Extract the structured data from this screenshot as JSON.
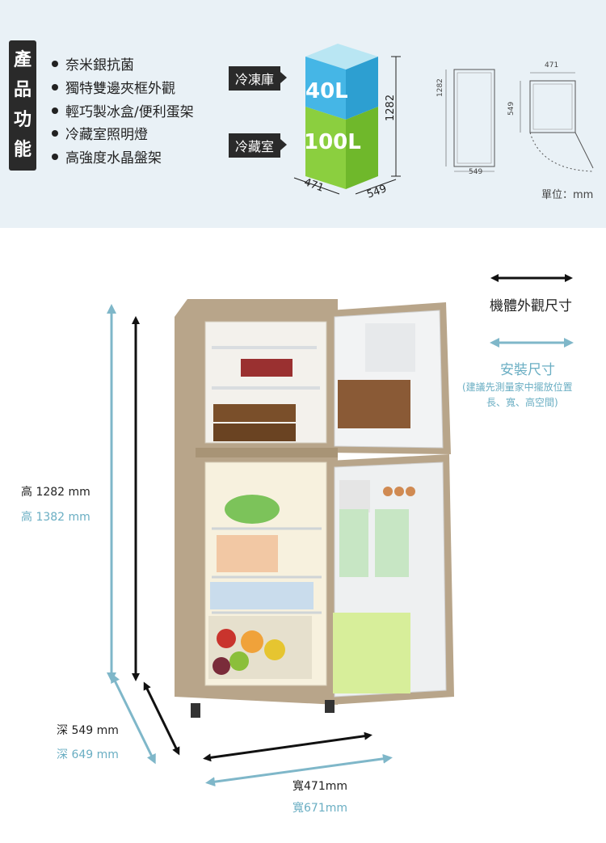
{
  "features": {
    "tag": [
      "產",
      "品",
      "功",
      "能"
    ],
    "items": [
      "奈米銀抗菌",
      "獨特雙邊夾框外觀",
      "輕巧製冰盒/便利蛋架",
      "冷藏室照明燈",
      "高強度水晶盤架"
    ]
  },
  "capacity": {
    "freezer_label": "冷凍庫",
    "freezer_value": "40L",
    "fridge_label": "冷藏室",
    "fridge_value": "100L",
    "height": "1282",
    "width": "471",
    "depth": "549"
  },
  "drawing": {
    "height": "1282",
    "top_width": "471",
    "depth_side": "549",
    "bottom_depth": "549",
    "unit": "單位：mm"
  },
  "legend": {
    "exterior_label": "機體外觀尺寸",
    "install_label": "安裝尺寸",
    "install_note_line1": "(建議先測量家中擺放位置",
    "install_note_line2": "長、寬、高空間)"
  },
  "dimensions": {
    "height_exterior": "高 1282 mm",
    "height_install": "高 1382 mm",
    "depth_exterior": "深 549 mm",
    "depth_install": "深 649 mm",
    "width_exterior": "寬471mm",
    "width_install": "寬671mm"
  },
  "colors": {
    "install_arrow": "#7fb7c9",
    "exterior_arrow": "#111111",
    "freezer_block": "#45b6e6",
    "fridge_block": "#8bcf3f",
    "fridge_body": "#b8a58a"
  }
}
